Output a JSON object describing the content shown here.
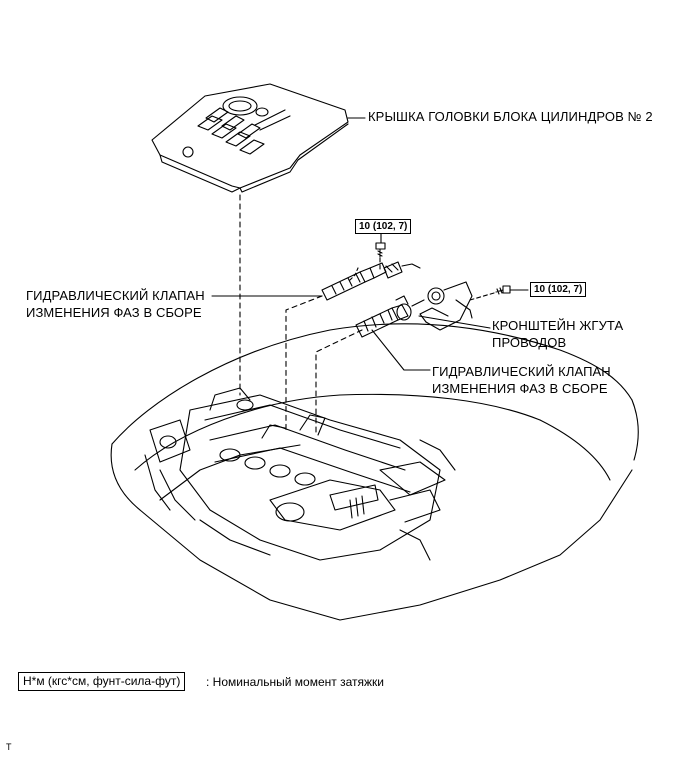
{
  "labels": {
    "cylinder_head_cover": "КРЫШКА ГОЛОВКИ БЛОКА ЦИЛИНДРОВ № 2",
    "ocv_left_line1": "ГИДРАВЛИЧЕСКИЙ КЛАПАН",
    "ocv_left_line2": "ИЗМЕНЕНИЯ ФАЗ В СБОРЕ",
    "bracket_line1": "КРОНШТЕЙН ЖГУТА",
    "bracket_line2": "ПРОВОДОВ",
    "ocv_right_line1": "ГИДРАВЛИЧЕСКИЙ КЛАПАН",
    "ocv_right_line2": "ИЗМЕНЕНИЯ ФАЗ В СБОРЕ"
  },
  "torque": {
    "bolt_top": "10 (102, 7)",
    "bolt_right": "10 (102, 7)"
  },
  "legend": {
    "unit_box": "Н*м (кгс*см, фунт-сила-фут)",
    "description": ": Номинальный момент затяжки"
  },
  "corner_mark": "T"
}
